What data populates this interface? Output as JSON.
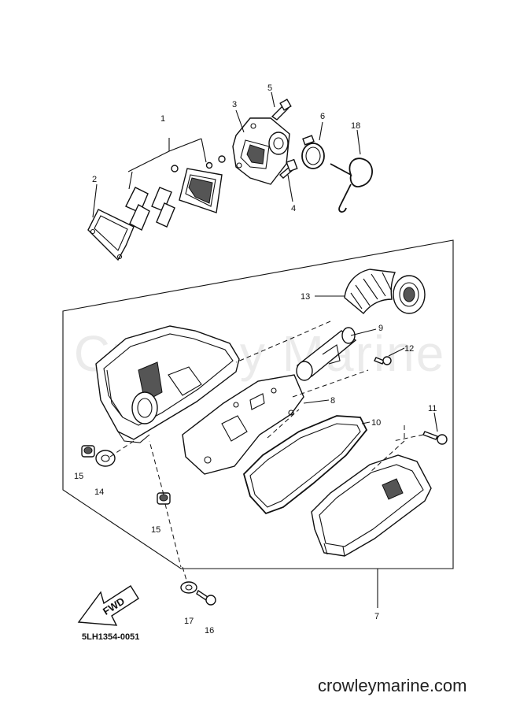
{
  "watermark": "Crowley Marine",
  "drawing_code": "5LH1354-0051",
  "footer_url": "crowleymarine.com",
  "fwd_label": "FWD",
  "callouts": {
    "c1": "1",
    "c2": "2",
    "c3": "3",
    "c4": "4",
    "c5": "5",
    "c6": "6",
    "c7": "7",
    "c8": "8",
    "c9": "9",
    "c10": "10",
    "c11": "11",
    "c12": "12",
    "c13": "13",
    "c14": "14",
    "c15a": "15",
    "c15b": "15",
    "c16": "16",
    "c17": "17",
    "c18": "18"
  }
}
